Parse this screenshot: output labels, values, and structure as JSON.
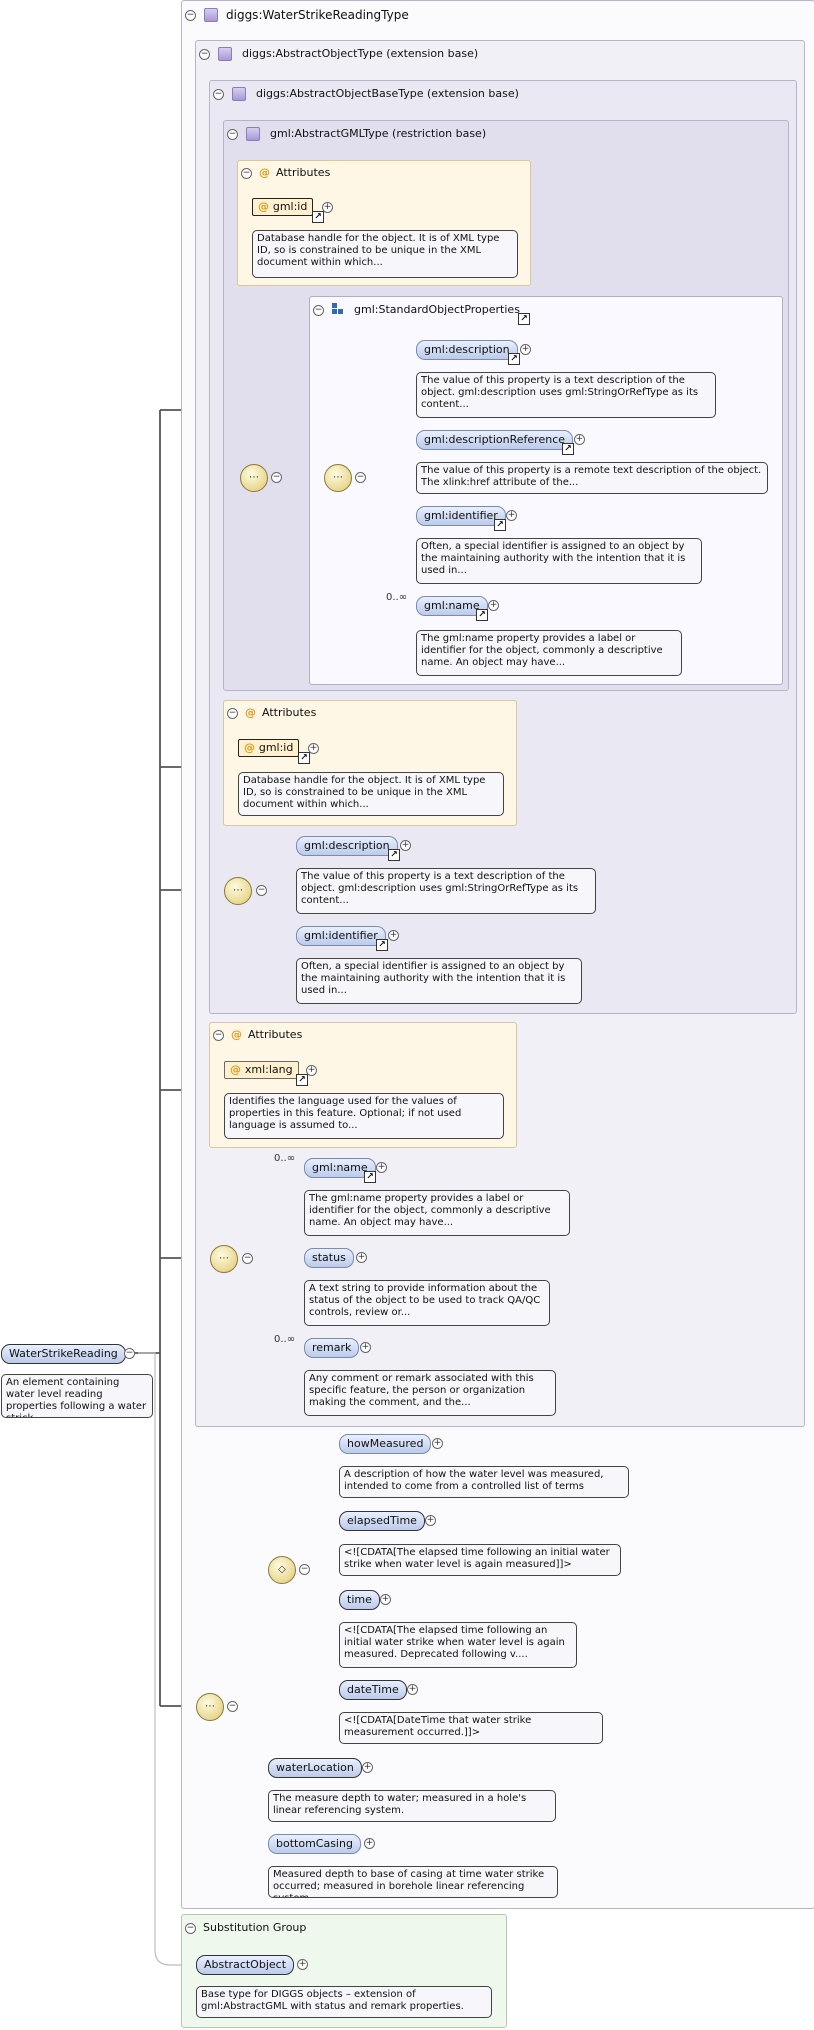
{
  "diagram": {
    "title_type": "diggs:WaterStrikeReadingType",
    "abstract_object": {
      "label": "diggs:AbstractObjectType (extension base)"
    },
    "abstract_object_base": {
      "label": "diggs:AbstractObjectBaseType (extension base)"
    },
    "abstract_gml": {
      "label": "gml:AbstractGMLType (restriction base)"
    },
    "attributes_label": "Attributes",
    "gml_id": {
      "label": "gml:id",
      "note": "Database handle for the object. It is of XML type ID, so is constrained to be unique in the XML document within which..."
    },
    "standard_object_properties": {
      "label": "gml:StandardObjectProperties"
    },
    "gml_description": {
      "label": "gml:description",
      "note": "The value of this property is a text description of the object. gml:description uses gml:StringOrRefType as its content..."
    },
    "gml_description_reference": {
      "label": "gml:descriptionReference",
      "note": "The value of this property is a remote text description of the object. The xlink:href attribute of the..."
    },
    "gml_identifier": {
      "label": "gml:identifier",
      "note": "Often, a special identifier is assigned to an object by the maintaining authority with the intention that it is used in..."
    },
    "gml_name": {
      "label": "gml:name",
      "note": "The gml:name property provides a label or identifier for the object, commonly a descriptive name. An object may have..."
    },
    "multiplicity_unbounded": "0..∞",
    "xml_lang": {
      "label": "xml:lang",
      "note": "Identifies the language used for the values of properties in this feature. Optional; if not used language is assumed to..."
    },
    "status": {
      "label": "status",
      "note": "A text string to provide information about the status of the object to be used to track QA/QC controls, review or..."
    },
    "remark": {
      "label": "remark",
      "note": "Any comment or remark associated with this specific feature, the person or organization making the comment, and the..."
    },
    "root": {
      "label": "WaterStrikeReading",
      "note": "An element containing water level reading properties following a water strick."
    },
    "how_measured": {
      "label": "howMeasured",
      "note": "A description of how the water level was measured, intended to come from a controlled list of terms"
    },
    "elapsed_time": {
      "label": "elapsedTime",
      "note": "<![CDATA[The elapsed time following an initial water strike when water level is again measured]]>"
    },
    "time": {
      "label": "time",
      "note": "<![CDATA[The elapsed time following an initial water strike when water level is again measured. Deprecated following v...."
    },
    "date_time": {
      "label": "dateTime",
      "note": "<![CDATA[DateTime that water strike measurement occurred.]]>"
    },
    "water_location": {
      "label": "waterLocation",
      "note": "The measure depth to water; measured in a hole's linear referencing system."
    },
    "bottom_casing": {
      "label": "bottomCasing",
      "note": "Measured depth to base of casing at time water strike occurred; measured in borehole linear referencing system."
    },
    "substitution_group": {
      "label": "Substitution Group",
      "abstract_object_label": "AbstractObject",
      "note": "Base type for DIGGS objects – extension of gml:AbstractGML with status and remark properties."
    }
  }
}
